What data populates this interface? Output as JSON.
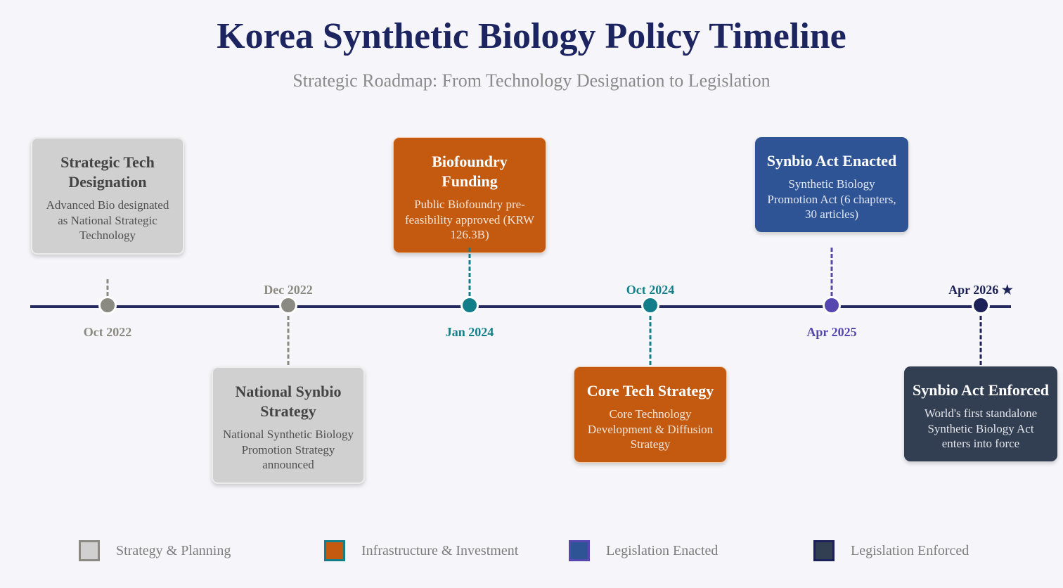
{
  "title": "Korea Synthetic Biology Policy Timeline",
  "subtitle": "Strategic Roadmap: From Technology Designation to Legislation",
  "colors": {
    "axis": "#242a5e",
    "strategy": "#8a8a82",
    "infrastructure": "#127e8a",
    "legislation_enacted": "#5546b0",
    "legislation_enforced": "#1c2158"
  },
  "events": [
    {
      "date": "Oct 2022",
      "title": "Strategic Tech Designation",
      "description": "Advanced Bio designated as National Strategic Technology",
      "category": "Strategy & Planning"
    },
    {
      "date": "Dec 2022",
      "title": "National Synbio Strategy",
      "description": "National Synthetic Biology Promotion Strategy announced",
      "category": "Strategy & Planning"
    },
    {
      "date": "Jan 2024",
      "title": "Biofoundry Funding",
      "description": "Public Biofoundry pre-feasibility approved (KRW 126.3B)",
      "category": "Infrastructure & Investment"
    },
    {
      "date": "Oct 2024",
      "title": "Core Tech Strategy",
      "description": "Core Technology Development & Diffusion Strategy",
      "category": "Infrastructure & Investment"
    },
    {
      "date": "Apr 2025",
      "title": "Synbio Act Enacted",
      "description": "Synthetic Biology Promotion Act (6 chapters, 30 articles)",
      "category": "Legislation Enacted"
    },
    {
      "date": "Apr 2026 ★",
      "title": "Synbio Act Enforced",
      "description": "World's first standalone Synthetic Biology Act enters into force",
      "category": "Legislation Enforced"
    }
  ],
  "legend": [
    {
      "label": "Strategy & Planning",
      "fill": "#d1d0d0",
      "border": "#8a8a82"
    },
    {
      "label": "Infrastructure & Investment",
      "fill": "#c45a10",
      "border": "#127e8a"
    },
    {
      "label": "Legislation Enacted",
      "fill": "#2f5495",
      "border": "#5546b0"
    },
    {
      "label": "Legislation Enforced",
      "fill": "#323e52",
      "border": "#1c2158"
    }
  ]
}
